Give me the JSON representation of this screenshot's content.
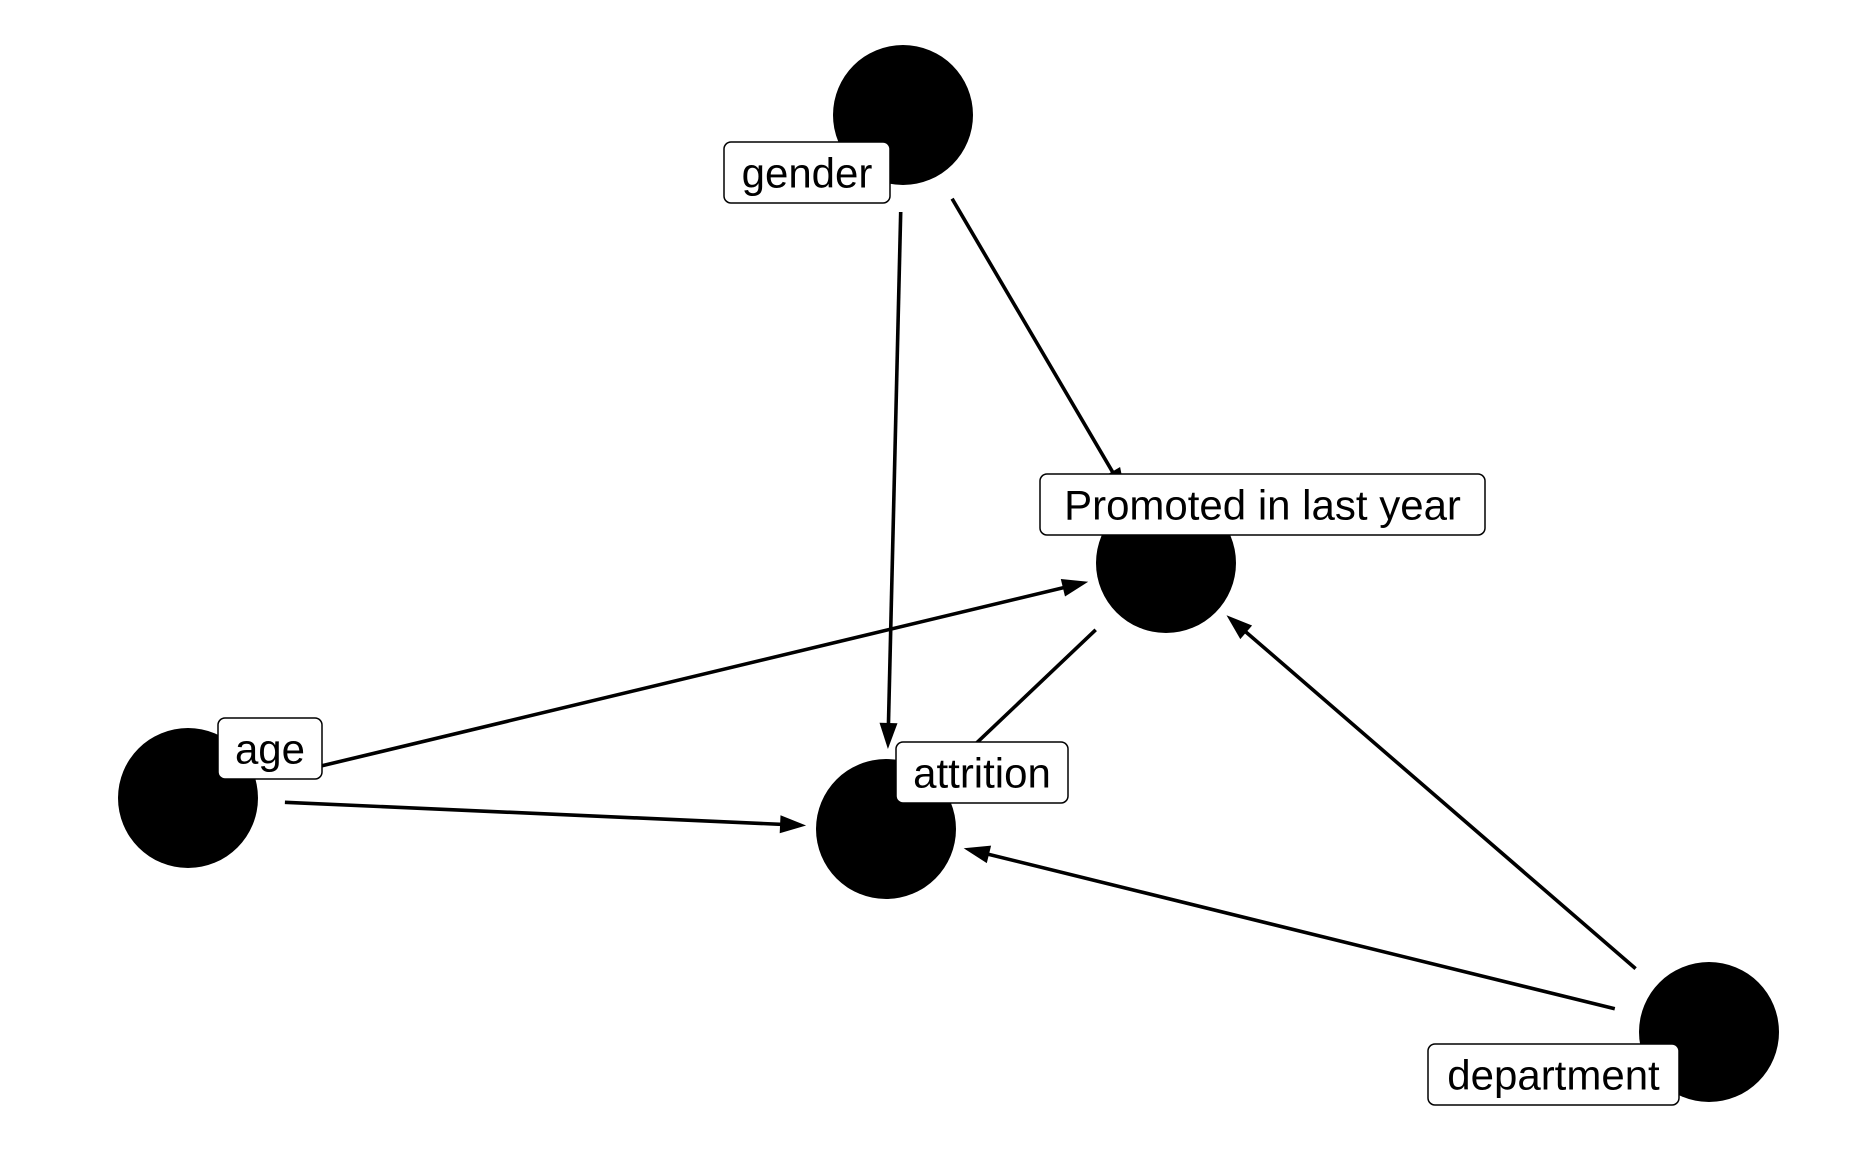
{
  "diagram": {
    "type": "directed-acyclic-graph",
    "colors": {
      "background": "#ffffff",
      "node": "#000000",
      "edge": "#000000",
      "label_fill": "#ffffff",
      "label_border": "#000000"
    },
    "nodes": [
      {
        "id": "gender",
        "label": "gender"
      },
      {
        "id": "promoted",
        "label": "Promoted in last year"
      },
      {
        "id": "age",
        "label": "age"
      },
      {
        "id": "attrition",
        "label": "attrition"
      },
      {
        "id": "department",
        "label": "department"
      }
    ],
    "edges": [
      {
        "from": "gender",
        "to": "attrition",
        "arrow": true
      },
      {
        "from": "gender",
        "to": "promoted",
        "arrow": true
      },
      {
        "from": "age",
        "to": "promoted",
        "arrow": true
      },
      {
        "from": "age",
        "to": "attrition",
        "arrow": true
      },
      {
        "from": "department",
        "to": "promoted",
        "arrow": true
      },
      {
        "from": "department",
        "to": "attrition",
        "arrow": true
      },
      {
        "from": "promoted",
        "to": "attrition",
        "arrow": true
      }
    ]
  }
}
